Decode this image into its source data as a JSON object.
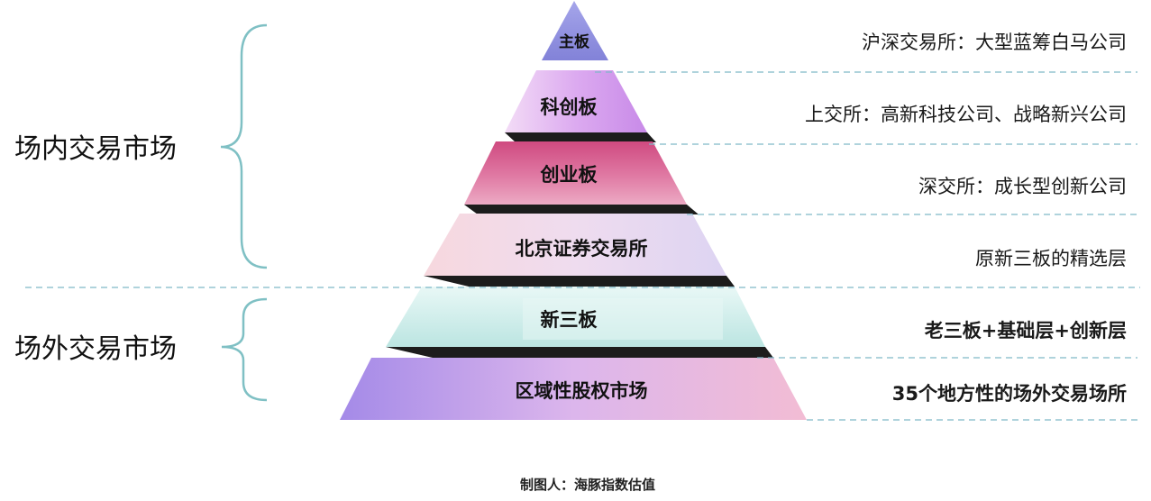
{
  "groups": {
    "on_exchange": "场内交易市场",
    "off_exchange": "场外交易市场"
  },
  "levels": [
    {
      "label": "主板",
      "description": "沪深交易所：大型蓝筹白马公司"
    },
    {
      "label": "科创板",
      "description": "上交所：高新科技公司、战略新兴公司"
    },
    {
      "label": "创业板",
      "description": "深交所：成长型创新公司"
    },
    {
      "label": "北京证券交易所",
      "description": "原新三板的精选层"
    },
    {
      "label": "新三板",
      "description": "老三板+基础层+创新层"
    },
    {
      "label": "区域性股权市场",
      "description": "35个地方性的场外交易场所"
    }
  ],
  "credit": "制图人：海豚指数估值",
  "colors": {
    "level_0": "#8f8fe0",
    "level_1": "#d6a0ee",
    "level_2": "#d95c8e",
    "level_3": "#f2d6e4",
    "level_4": "#cdeeea",
    "level_5": "#c4a4ec",
    "divider": "#7fb9c8",
    "brace": "#7fc0c4"
  }
}
